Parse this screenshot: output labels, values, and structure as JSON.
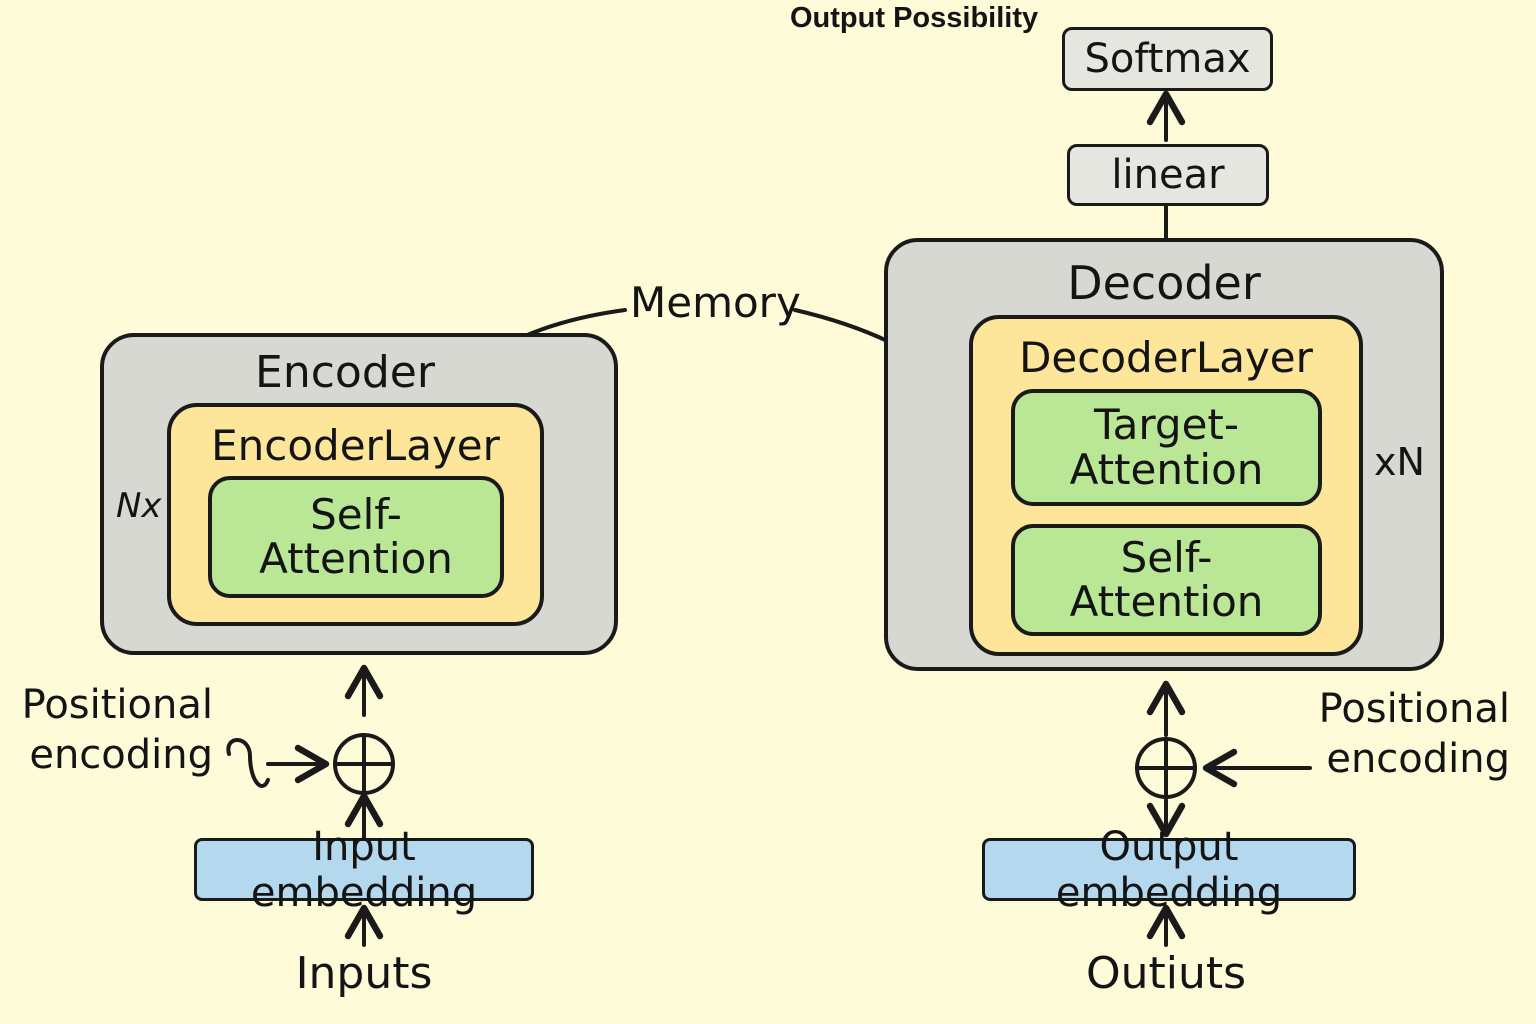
{
  "output_possibility": "Output Possibility",
  "softmax": "Softmax",
  "linear": "linear",
  "memory": "Memory",
  "encoder": {
    "title": "Encoder",
    "layer_title": "EncoderLayer",
    "self_attention": "Self-\nAttention",
    "repeat": "Nx",
    "input_embedding": "Input embedding",
    "inputs": "Inputs",
    "positional_encoding": "Positional\nencoding"
  },
  "decoder": {
    "title": "Decoder",
    "layer_title": "DecoderLayer",
    "target_attention": "Target-\nAttention",
    "self_attention": "Self-\nAttention",
    "repeat": "xN",
    "output_embedding": "Output embedding",
    "outputs": "Outiuts",
    "positional_encoding": "Positional\nencoding"
  },
  "colors": {
    "background": "#fdfbd8",
    "container": "#d8d8d2",
    "layer": "#fde59a",
    "attention": "#b9e796",
    "embedding": "#b4d8ee"
  }
}
